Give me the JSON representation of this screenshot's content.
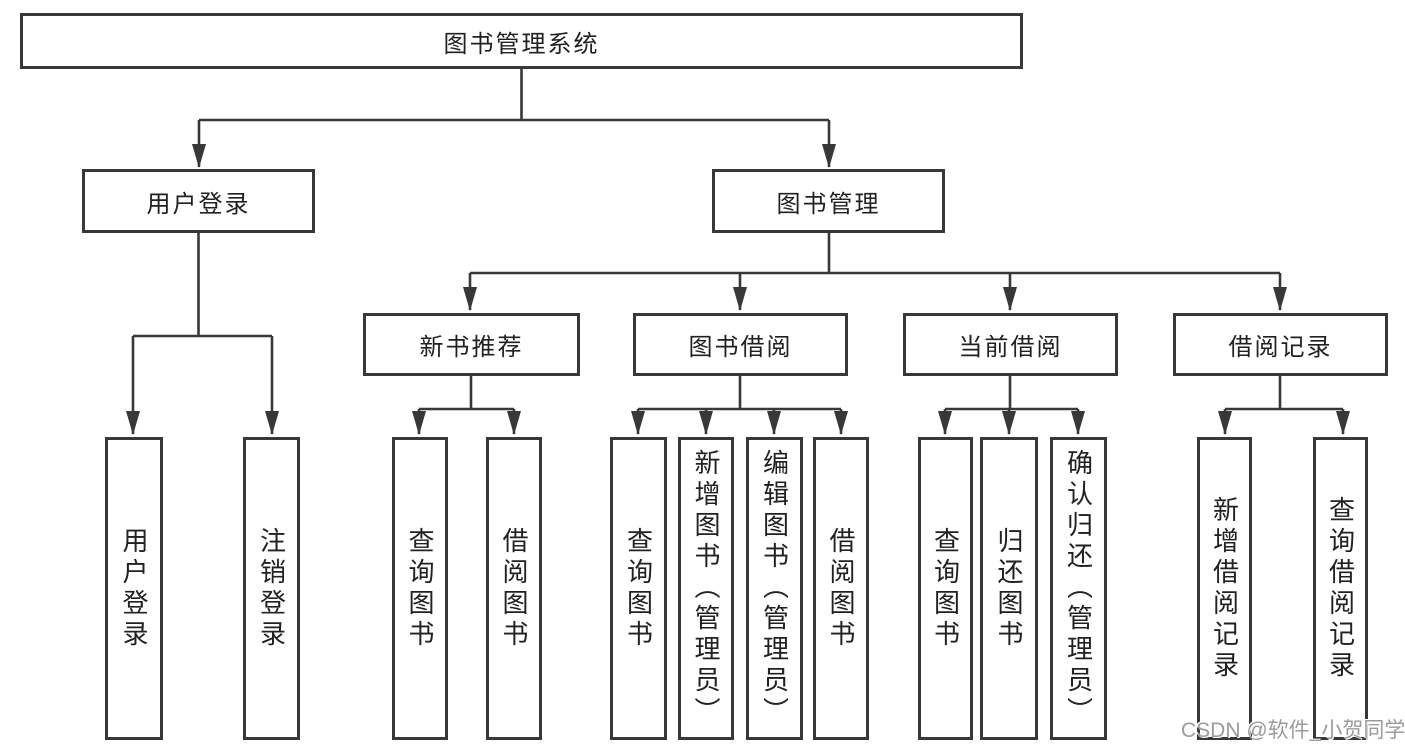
{
  "diagram": {
    "type": "hierarchy-tree",
    "root": {
      "label": "图书管理系统"
    },
    "level2": {
      "user_login": {
        "label": "用户登录"
      },
      "book_mgmt": {
        "label": "图书管理"
      }
    },
    "level3": {
      "new_books": {
        "label": "新书推荐"
      },
      "borrowing": {
        "label": "图书借阅"
      },
      "current": {
        "label": "当前借阅"
      },
      "records": {
        "label": "借阅记录"
      }
    },
    "leaves": {
      "user_login": {
        "login": "用户登录",
        "logout": "注销登录"
      },
      "new_books": {
        "query": "查询图书",
        "borrow": "借阅图书"
      },
      "borrowing": {
        "query": "查询图书",
        "add": "新增图书（管理员）",
        "edit": "编辑图书（管理员）",
        "borrow": "借阅图书"
      },
      "current": {
        "query": "查询图书",
        "return": "归还图书",
        "confirm": "确认归还（管理员）"
      },
      "records": {
        "add": "新增借阅记录",
        "query": "查询借阅记录"
      }
    },
    "watermark": "CSDN @软件_小贺同学",
    "colors": {
      "line": "#383838",
      "text": "#212121",
      "watermark": "#9b9b9b",
      "background": "#ffffff"
    }
  }
}
